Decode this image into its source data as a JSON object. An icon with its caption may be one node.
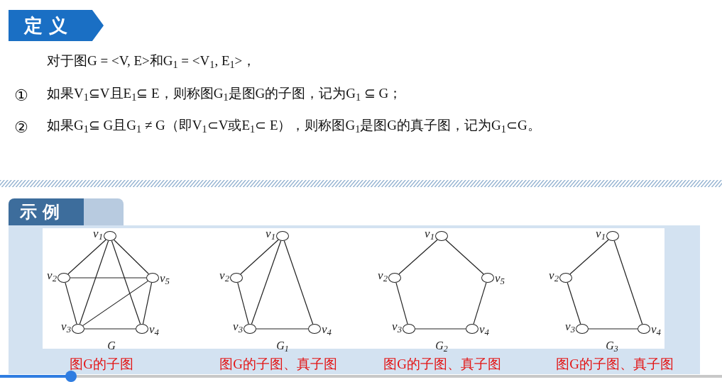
{
  "diagram": {
    "nodes": [
      {
        "text": [
          "定 义"
        ]
      },
      {
        "text": [
          "示 例"
        ]
      },
      {
        "text": [],
        "shape": "circle",
        "beside": [
          "v$_{1}$"
        ]
      },
      {
        "text": [],
        "shape": "circle",
        "beside": [
          "v$_{2}$"
        ]
      },
      {
        "text": [],
        "shape": "circle",
        "beside": [
          "v$_{5}$"
        ]
      },
      {
        "text": [],
        "shape": "circle",
        "beside": [
          "v$_{3}$"
        ]
      },
      {
        "text": [],
        "shape": "circle",
        "beside": [
          "v$_{4}$"
        ]
      },
      {
        "text": [],
        "shape": "circle",
        "beside": [
          "v$_{1}$"
        ]
      },
      {
        "text": [],
        "shape": "circle",
        "beside": [
          "v$_{2}$"
        ]
      },
      {
        "text": [],
        "shape": "circle",
        "beside": [
          "v$_{3}$"
        ]
      },
      {
        "text": [],
        "shape": "circle",
        "beside": [
          "v$_{4}$"
        ]
      },
      {
        "text": [],
        "shape": "circle",
        "beside": [
          "v$_{1}$"
        ]
      },
      {
        "text": [],
        "shape": "circle",
        "beside": [
          "v$_{2}$"
        ]
      },
      {
        "text": [],
        "shape": "circle",
        "beside": [
          "v$_{5}$"
        ]
      },
      {
        "text": [],
        "shape": "circle",
        "beside": [
          "v$_{3}$"
        ]
      },
      {
        "text": [],
        "shape": "circle",
        "beside": [
          "v$_{4}$"
        ]
      },
      {
        "text": [],
        "shape": "circle",
        "beside": [
          "v$_{1}$"
        ]
      },
      {
        "text": [],
        "shape": "circle",
        "beside": [
          "v$_{2}$"
        ]
      },
      {
        "text": [],
        "shape": "circle",
        "beside": [
          "v$_{3}$"
        ]
      },
      {
        "text": [],
        "shape": "circle",
        "beside": [
          "v$_{4}$"
        ]
      }
    ],
    "edges": [
      {
        "from": 2,
        "to": 3,
        "arrow": "none"
      },
      {
        "from": 2,
        "to": 5,
        "arrow": "none"
      },
      {
        "from": 2,
        "to": 6,
        "arrow": "none"
      },
      {
        "from": 2,
        "to": 4,
        "arrow": "none"
      },
      {
        "from": 3,
        "to": 4,
        "arrow": "none"
      },
      {
        "from": 3,
        "to": 5,
        "arrow": "none"
      },
      {
        "from": 5,
        "to": 4,
        "arrow": "none"
      },
      {
        "from": 5,
        "to": 6,
        "arrow": "none"
      },
      {
        "from": 6,
        "to": 4,
        "arrow": "none"
      },
      {
        "from": 7,
        "to": 8,
        "arrow": "none"
      },
      {
        "from": 7,
        "to": 9,
        "arrow": "none"
      },
      {
        "from": 7,
        "to": 10,
        "arrow": "none"
      },
      {
        "from": 8,
        "to": 9,
        "arrow": "none"
      },
      {
        "from": 9,
        "to": 10,
        "arrow": "none"
      },
      {
        "from": 11,
        "to": 12,
        "arrow": "none"
      },
      {
        "from": 11,
        "to": 13,
        "arrow": "none"
      },
      {
        "from": 12,
        "to": 14,
        "arrow": "none"
      },
      {
        "from": 14,
        "to": 15,
        "arrow": "none"
      },
      {
        "from": 15,
        "to": 13,
        "arrow": "none"
      },
      {
        "from": 16,
        "to": 17,
        "arrow": "none"
      },
      {
        "from": 16,
        "to": 19,
        "arrow": "none"
      },
      {
        "from": 17,
        "to": 18,
        "arrow": "none"
      },
      {
        "from": 18,
        "to": 19,
        "arrow": "none"
      }
    ],
    "labels": [
      "对于图G = <V, E>和G$_{1}$ = <V$_{1}$, E$_{1}$>，",
      "①",
      "如果V$_{1}$⊆V且E$_{1}$⊆ E，则称图G$_{1}$是图G的子图，记为G$_{1}$ ⊆ G；",
      "②",
      "如果G$_{1}$⊆ G且G$_{1}$ ≠ G（即V$_{1}$⊂V或E$_{1}$⊂ E），则称图G$_{1}$是图G的真子图，记为G$_{1}$⊂G。",
      "G",
      "G$_{1}$",
      "G$_{2}$",
      "G$_{3}$",
      "图G的子图",
      "图G的子图、真子图",
      "图G的子图、真子图",
      "图G的子图、真子图"
    ]
  }
}
